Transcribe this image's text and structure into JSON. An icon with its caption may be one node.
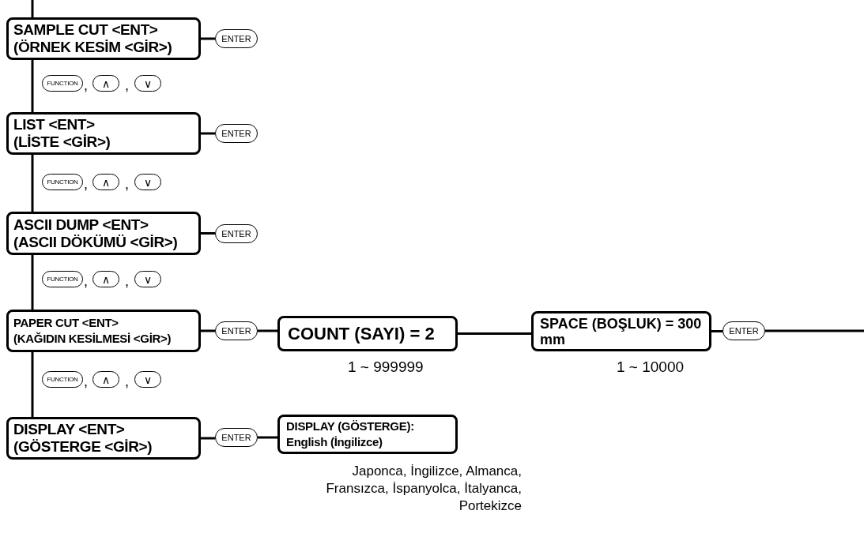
{
  "diagram": {
    "nodes": [
      {
        "text": [
          "SAMPLE CUT <ENT>",
          "(ÖRNEK KESİM <GİR>)"
        ]
      },
      {
        "text": [
          "ENTER"
        ]
      },
      {
        "text": [
          "FUNCTION"
        ]
      },
      {
        "text": [
          "∧"
        ]
      },
      {
        "text": [
          "∨"
        ]
      },
      {
        "text": [
          "LIST <ENT>",
          "(LİSTE <GİR>)"
        ]
      },
      {
        "text": [
          "ENTER"
        ]
      },
      {
        "text": [
          "FUNCTION"
        ]
      },
      {
        "text": [
          "∧"
        ]
      },
      {
        "text": [
          "∨"
        ]
      },
      {
        "text": [
          "ASCII DUMP <ENT>",
          "(ASCII DÖKÜMÜ <GİR>)"
        ]
      },
      {
        "text": [
          "ENTER"
        ]
      },
      {
        "text": [
          "FUNCTION"
        ]
      },
      {
        "text": [
          "∧"
        ]
      },
      {
        "text": [
          "∨"
        ]
      },
      {
        "text": [
          "PAPER CUT <ENT>",
          "(KAĞIDIN KESİLMESİ <GİR>)"
        ]
      },
      {
        "text": [
          "ENTER"
        ]
      },
      {
        "text": [
          "COUNT (SAYI) = 2"
        ]
      },
      {
        "text": [
          "SPACE (BOŞLUK) = 300 mm"
        ]
      },
      {
        "text": [
          "ENTER"
        ]
      },
      {
        "text": [
          "FUNCTION"
        ]
      },
      {
        "text": [
          "∧"
        ]
      },
      {
        "text": [
          "∨"
        ]
      },
      {
        "text": [
          "DISPLAY <ENT>",
          "(GÖSTERGE <GİR>)"
        ]
      },
      {
        "text": [
          "ENTER"
        ]
      },
      {
        "text": [
          "DISPLAY (GÖSTERGE):",
          "English (İngilizce)"
        ],
        "beside": [
          "Japonca, İngilizce, Almanca, Fransızca, İspanyolca, İtalyanca, Portekizce"
        ]
      }
    ],
    "edges": [
      {
        "from": null,
        "to": 0,
        "arrow": "none"
      },
      {
        "from": 0,
        "to": 5,
        "arrow": "none"
      },
      {
        "from": 5,
        "to": 10,
        "arrow": "none"
      },
      {
        "from": 10,
        "to": 15,
        "arrow": "none"
      },
      {
        "from": 15,
        "to": 23,
        "arrow": "none"
      },
      {
        "from": 0,
        "to": 1,
        "arrow": "none"
      },
      {
        "from": 5,
        "to": 6,
        "arrow": "none"
      },
      {
        "from": 10,
        "to": 11,
        "arrow": "none"
      },
      {
        "from": 15,
        "to": 16,
        "arrow": "none"
      },
      {
        "from": 16,
        "to": 17,
        "arrow": "none"
      },
      {
        "from": 17,
        "to": 18,
        "arrow": "none"
      },
      {
        "from": 18,
        "to": 19,
        "arrow": "none"
      },
      {
        "from": 19,
        "to": null,
        "arrow": "none"
      },
      {
        "from": 23,
        "to": 24,
        "arrow": "none"
      },
      {
        "from": 24,
        "to": 25,
        "arrow": "none"
      }
    ],
    "labels": [
      ",",
      ",",
      ",",
      ",",
      ",",
      ",",
      "1 ~ 999999",
      "1 ~ 10000",
      ",",
      ","
    ]
  }
}
